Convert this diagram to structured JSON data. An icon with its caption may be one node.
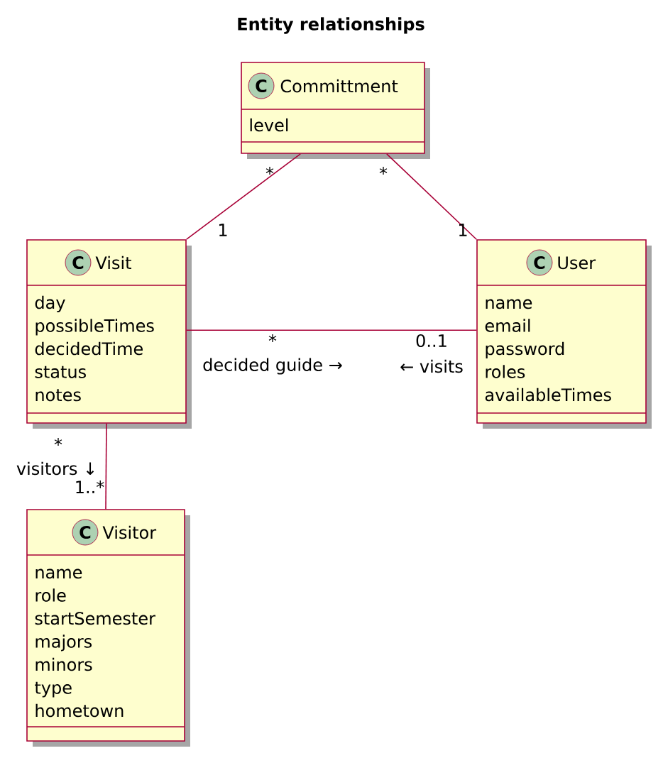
{
  "diagram": {
    "title": "Entity relationships",
    "nodes": [
      {
        "text": [
          "C",
          "Committment",
          "level"
        ]
      },
      {
        "text": [
          "C",
          "Visit",
          "day",
          "possibleTimes",
          "decidedTime",
          "status",
          "notes"
        ]
      },
      {
        "text": [
          "C",
          "User",
          "name",
          "email",
          "password",
          "roles",
          "availableTimes"
        ]
      },
      {
        "text": [
          "C",
          "Visitor",
          "name",
          "role",
          "startSemester",
          "majors",
          "minors",
          "type",
          "hometown"
        ]
      }
    ],
    "edges": [
      {
        "from": 0,
        "to": 1,
        "arrow": "none"
      },
      {
        "from": 0,
        "to": 2,
        "arrow": "none"
      },
      {
        "from": 1,
        "to": 2,
        "arrow": "none",
        "label": "decided guide →"
      },
      {
        "from": 1,
        "to": 3,
        "arrow": "none",
        "label": "visitors ↓"
      }
    ],
    "labels": [
      "*",
      "1",
      "*",
      "1",
      "*",
      "0..1",
      "← visits",
      "*",
      "1..*"
    ]
  }
}
